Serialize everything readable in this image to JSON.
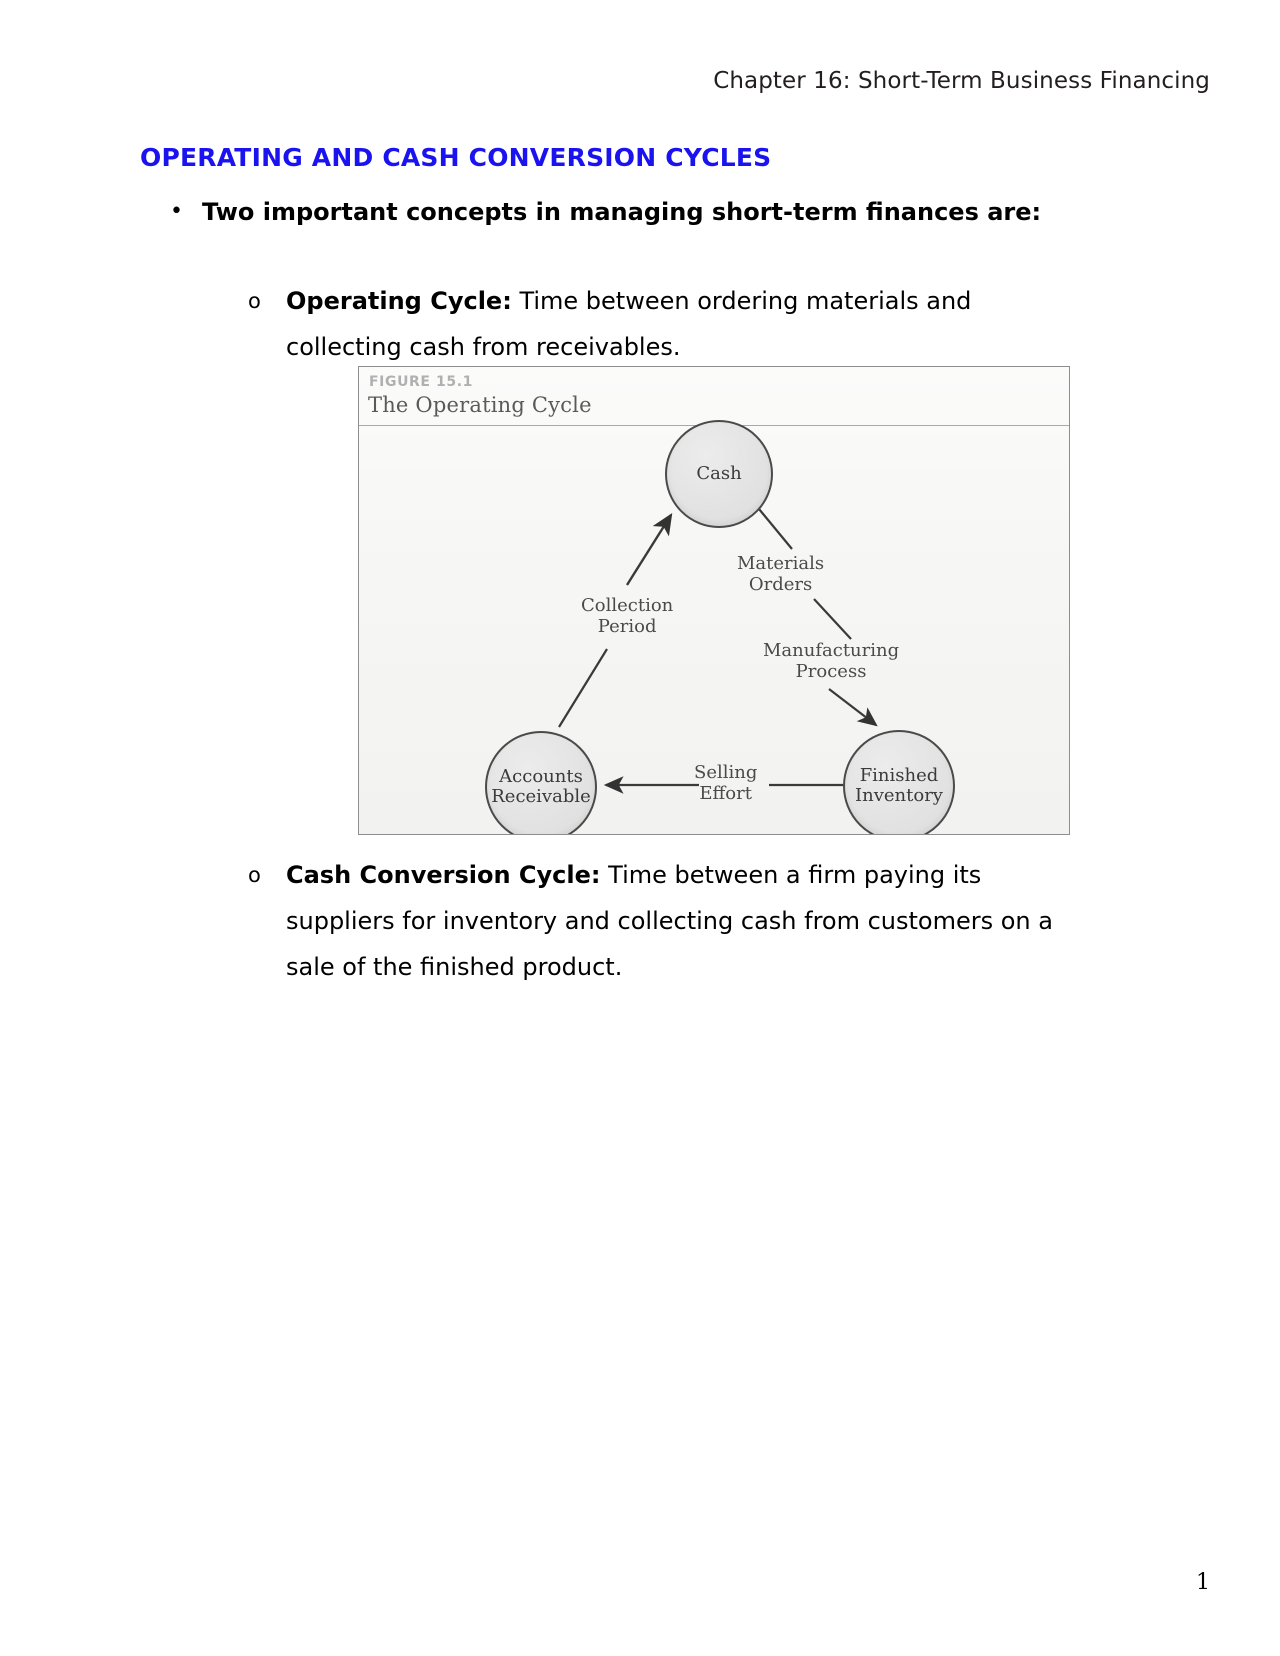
{
  "document": {
    "running_header": "Chapter 16: Short-Term Business Financing",
    "page_number": "1"
  },
  "section": {
    "heading": "OPERATING AND CASH CONVERSION CYCLES",
    "heading_color": "#1a13f0"
  },
  "bullets": {
    "level1_marker": "•",
    "level1_text": "Two important concepts in managing short-term finances are:",
    "level2_marker": "o",
    "items": [
      {
        "term": "Operating Cycle:",
        "definition": "Time between ordering materials and collecting cash from receivables."
      },
      {
        "term": "Cash Conversion Cycle:",
        "definition": "Time between a firm paying its suppliers for inventory and collecting cash from customers on a sale of the finished product."
      }
    ]
  },
  "figure": {
    "label": "FIGURE 15.1",
    "title": "The Operating Cycle",
    "nodes": {
      "cash": "Cash",
      "accounts_receivable": "Accounts\nReceivable",
      "accounts_receivable_line1": "Accounts",
      "accounts_receivable_line2": "Receivable",
      "finished_inventory_line1": "Finished",
      "finished_inventory_line2": "Inventory"
    },
    "edges": {
      "materials_line1": "Materials",
      "materials_line2": "Orders",
      "collection_line1": "Collection",
      "collection_line2": "Period",
      "manufacturing_line1": "Manufacturing",
      "manufacturing_line2": "Process",
      "selling_line1": "Selling",
      "selling_line2": "Effort"
    }
  },
  "chart_data": {
    "type": "diagram",
    "title": "The Operating Cycle",
    "label": "FIGURE 15.1",
    "nodes": [
      "Cash",
      "Finished Inventory",
      "Accounts Receivable"
    ],
    "edges": [
      {
        "from": "Cash",
        "to": "Finished Inventory",
        "labels": [
          "Materials Orders",
          "Manufacturing Process"
        ]
      },
      {
        "from": "Finished Inventory",
        "to": "Accounts Receivable",
        "labels": [
          "Selling Effort"
        ]
      },
      {
        "from": "Accounts Receivable",
        "to": "Cash",
        "labels": [
          "Collection Period"
        ]
      }
    ]
  }
}
